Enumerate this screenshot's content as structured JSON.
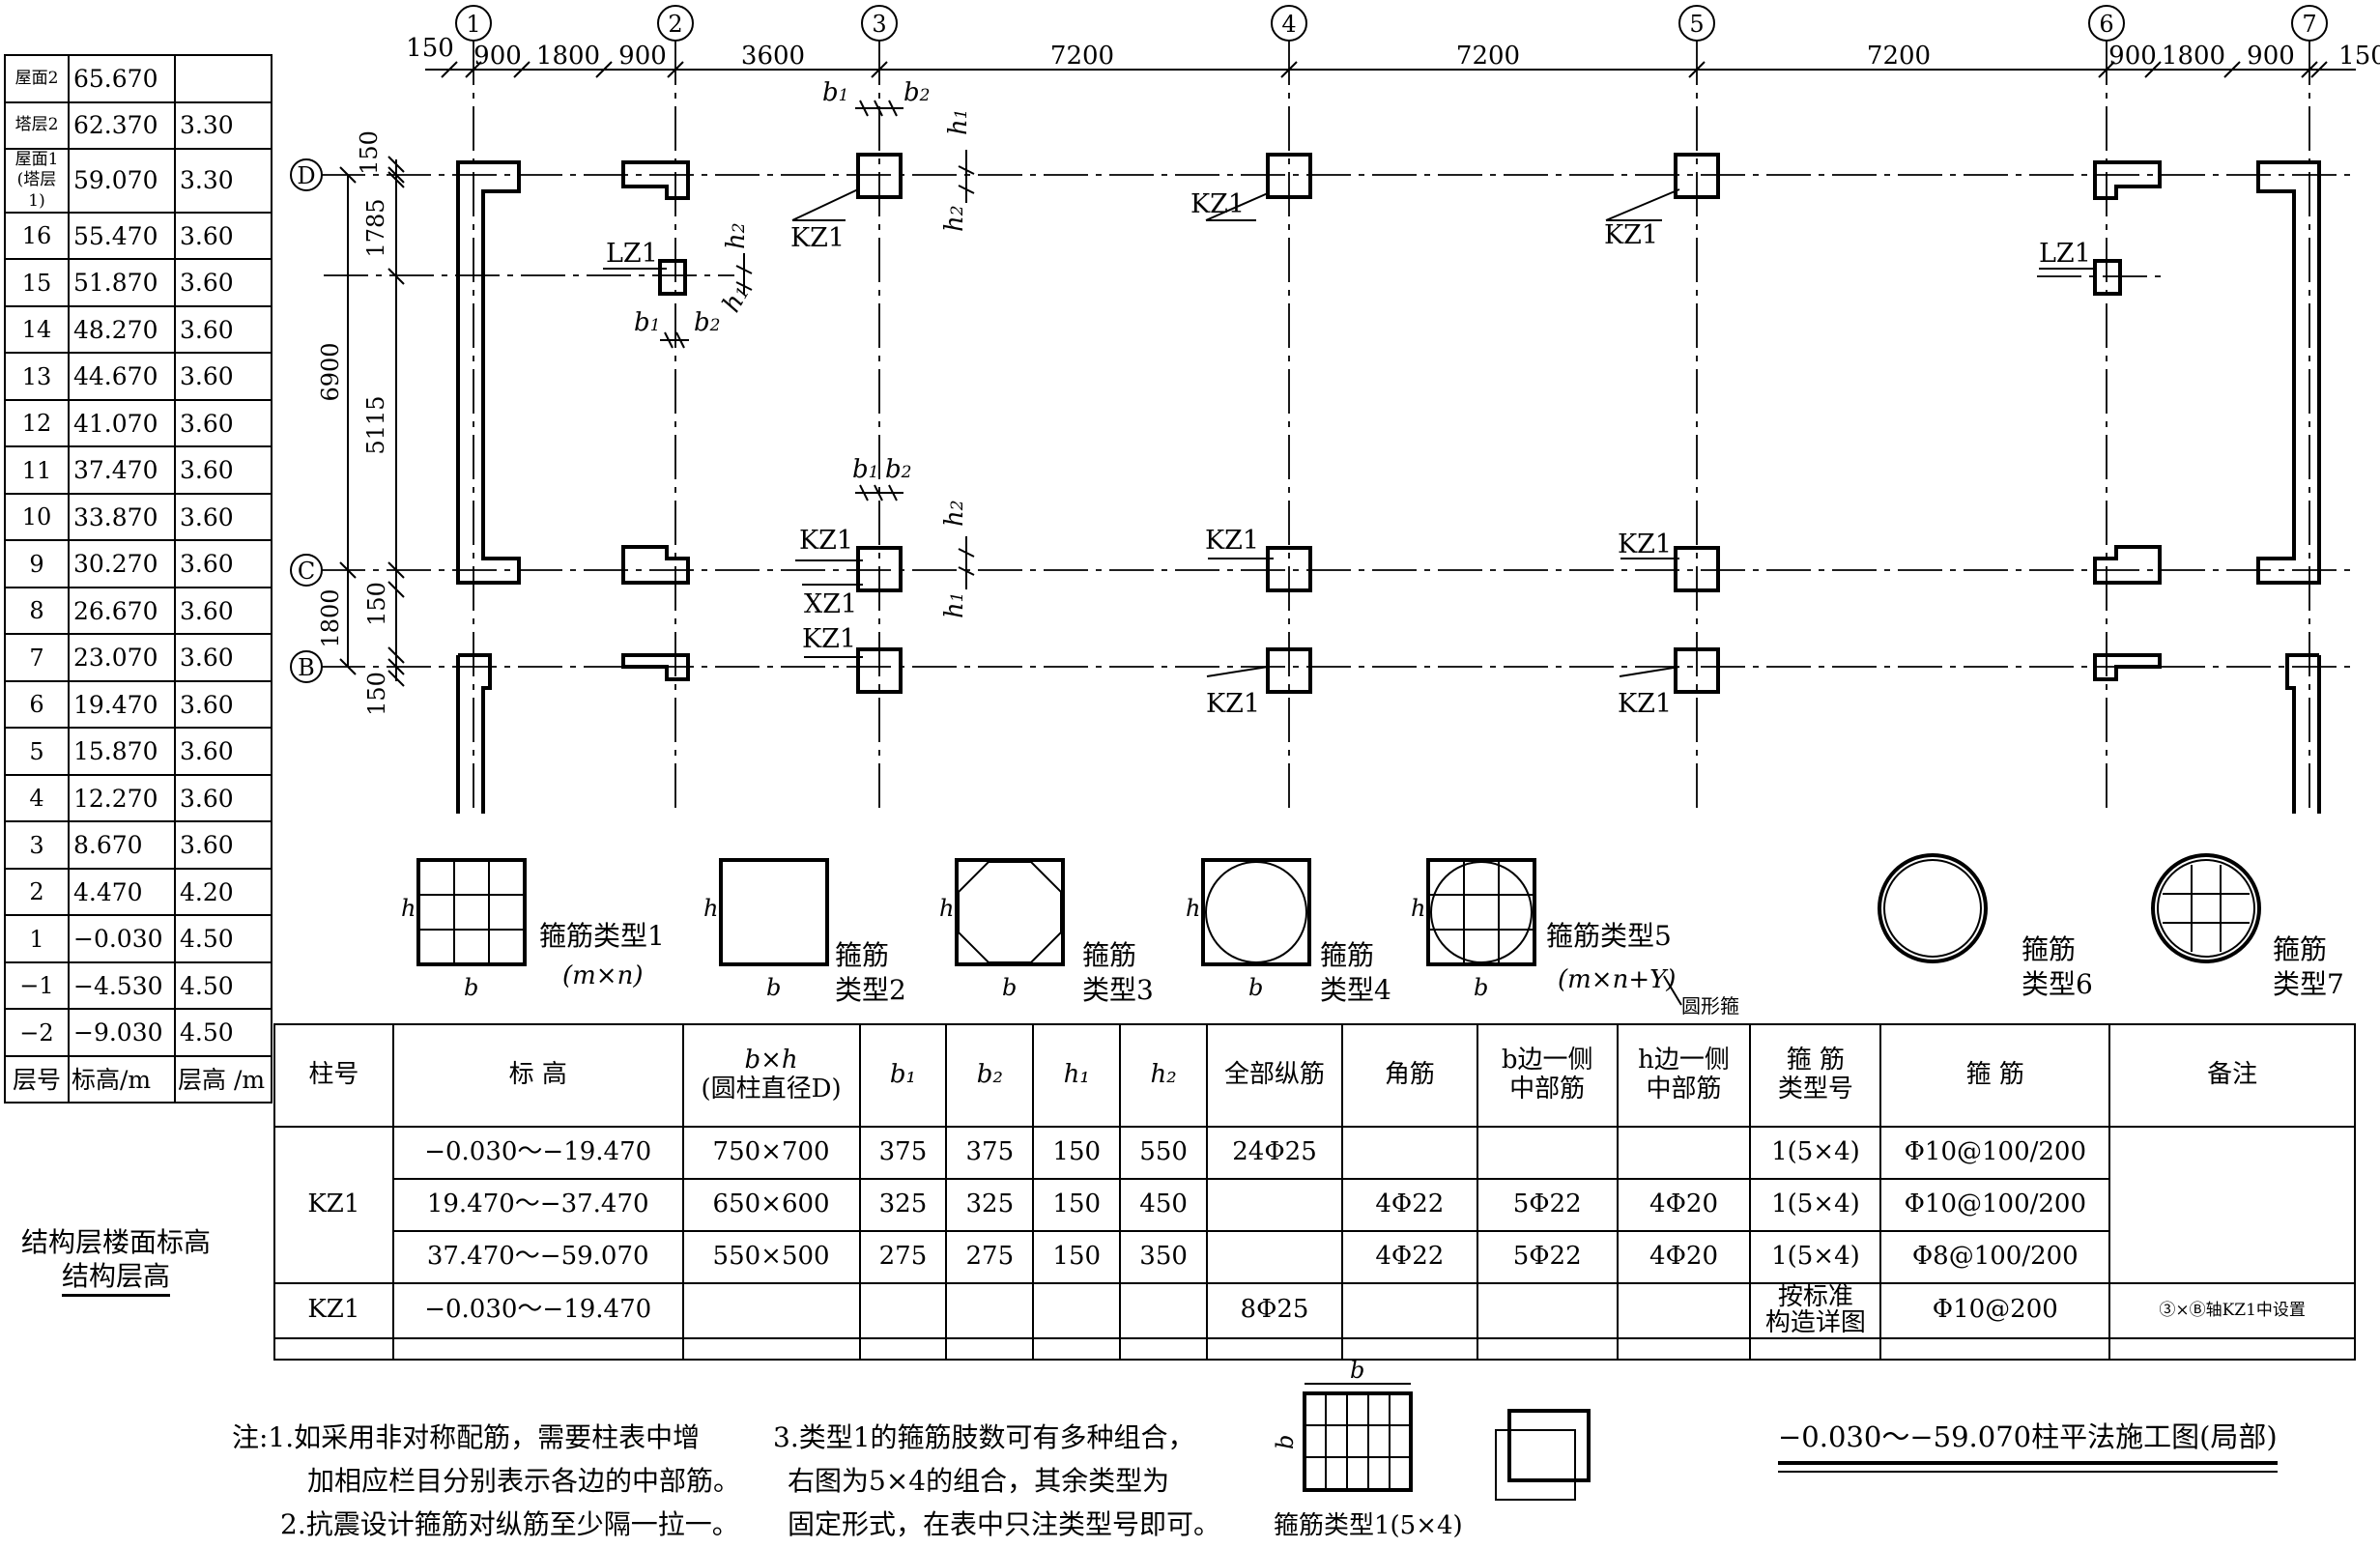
{
  "plan": {
    "top_axes": [
      "1",
      "2",
      "3",
      "4",
      "5",
      "6",
      "7"
    ],
    "top_dims": [
      "150",
      "900",
      "1800",
      "900",
      "3600",
      "7200",
      "7200",
      "7200",
      "900",
      "1800",
      "900",
      "150"
    ],
    "side_axes": [
      "D",
      "C",
      "B"
    ],
    "side_dims_inner": [
      "150",
      "1785",
      "5115",
      "150",
      "150"
    ],
    "side_dims_outer": [
      "6900",
      "1800"
    ],
    "labels": {
      "kz1": "KZ1",
      "lz1": "LZ1",
      "xz1": "XZ1",
      "b1": "b",
      "b2": "b",
      "h1": "h",
      "h2": "h",
      "sub1": "1",
      "sub2": "2"
    }
  },
  "floor_table": {
    "rows": [
      {
        "floor": "屋面2",
        "elev": "65.670",
        "height": ""
      },
      {
        "floor": "塔层2",
        "elev": "62.370",
        "height": "3.30"
      },
      {
        "floor": "屋面1\n(塔层1)",
        "elev": "59.070",
        "height": "3.30"
      },
      {
        "floor": "16",
        "elev": "55.470",
        "height": "3.60"
      },
      {
        "floor": "15",
        "elev": "51.870",
        "height": "3.60"
      },
      {
        "floor": "14",
        "elev": "48.270",
        "height": "3.60"
      },
      {
        "floor": "13",
        "elev": "44.670",
        "height": "3.60"
      },
      {
        "floor": "12",
        "elev": "41.070",
        "height": "3.60"
      },
      {
        "floor": "11",
        "elev": "37.470",
        "height": "3.60"
      },
      {
        "floor": "10",
        "elev": "33.870",
        "height": "3.60"
      },
      {
        "floor": "9",
        "elev": "30.270",
        "height": "3.60"
      },
      {
        "floor": "8",
        "elev": "26.670",
        "height": "3.60"
      },
      {
        "floor": "7",
        "elev": "23.070",
        "height": "3.60"
      },
      {
        "floor": "6",
        "elev": "19.470",
        "height": "3.60"
      },
      {
        "floor": "5",
        "elev": "15.870",
        "height": "3.60"
      },
      {
        "floor": "4",
        "elev": "12.270",
        "height": "3.60"
      },
      {
        "floor": "3",
        "elev": "8.670",
        "height": "3.60"
      },
      {
        "floor": "2",
        "elev": "4.470",
        "height": "4.20"
      },
      {
        "floor": "1",
        "elev": "−0.030",
        "height": "4.50"
      },
      {
        "floor": "−1",
        "elev": "−4.530",
        "height": "4.50"
      },
      {
        "floor": "−2",
        "elev": "−9.030",
        "height": "4.50"
      }
    ],
    "header": {
      "floor": "层号",
      "elev": "标高/m",
      "height": "层高 /m"
    },
    "caption_line1": "结构层楼面标高",
    "caption_line2": "结构层高"
  },
  "stirrup_types": {
    "t1_label": "箍筋类型1",
    "t1_sub": "(m×n)",
    "t2_label_a": "箍筋",
    "t2_label_b": "类型2",
    "t3_label_a": "箍筋",
    "t3_label_b": "类型3",
    "t4_label_a": "箍筋",
    "t4_label_b": "类型4",
    "t5_label": "箍筋类型5",
    "t5_sub": "(m×n+Y)",
    "t5_note": "圆形箍",
    "t6_label_a": "箍筋",
    "t6_label_b": "类型6",
    "t7_label_a": "箍筋",
    "t7_label_b": "类型7",
    "b": "b",
    "h": "h"
  },
  "column_table": {
    "headers": {
      "col_no": "柱号",
      "elev": "标 高",
      "bxh": "b×h",
      "bxh_sub": "(圆柱直径D)",
      "b1": "b₁",
      "b2": "b₂",
      "h1": "h₁",
      "h2": "h₂",
      "all_bars": "全部纵筋",
      "corner": "角筋",
      "b_mid_1": "b边一侧",
      "b_mid_2": "中部筋",
      "h_mid_1": "h边一侧",
      "h_mid_2": "中部筋",
      "type_1": "箍 筋",
      "type_2": "类型号",
      "stirrup": "箍 筋",
      "remark": "备注"
    },
    "kz1_name": "KZ1",
    "rows": [
      {
        "elev": "−0.030～−19.470",
        "bxh": "750×700",
        "b1": "375",
        "b2": "375",
        "h1": "150",
        "h2": "550",
        "all": "24Φ25",
        "corner": "",
        "bmid": "",
        "hmid": "",
        "type": "1(5×4)",
        "stirrup": "Φ10@100/200"
      },
      {
        "elev": "19.470～−37.470",
        "bxh": "650×600",
        "b1": "325",
        "b2": "325",
        "h1": "150",
        "h2": "450",
        "all": "",
        "corner": "4Φ22",
        "bmid": "5Φ22",
        "hmid": "4Φ20",
        "type": "1(5×4)",
        "stirrup": "Φ10@100/200"
      },
      {
        "elev": "37.470～−59.070",
        "bxh": "550×500",
        "b1": "275",
        "b2": "275",
        "h1": "150",
        "h2": "350",
        "all": "",
        "corner": "4Φ22",
        "bmid": "5Φ22",
        "hmid": "4Φ20",
        "type": "1(5×4)",
        "stirrup": "Φ8@100/200"
      }
    ],
    "last_row": {
      "name": "KZ1",
      "elev": "−0.030～−19.470",
      "all": "8Φ25",
      "type_1": "按标准",
      "type_2": "构造详图",
      "stirrup": "Φ10@200",
      "remark": "③×Ⓑ轴KZ1中设置"
    }
  },
  "notes": {
    "n1a": "注:1.如采用非对称配筋，需要柱表中增",
    "n1b": "加相应栏目分别表示各边的中部筋。",
    "n2": "2.抗震设计箍筋对纵筋至少隔一拉一。",
    "n3a": "3.类型1的箍筋肢数可有多种组合，",
    "n3b": "右图为5×4的组合，其余类型为",
    "n3c": "固定形式，在表中只注类型号即可。",
    "type1_5x4": "箍筋类型1(5×4)",
    "b": "b"
  },
  "title": "−0.030～−59.070柱平法施工图(局部)"
}
